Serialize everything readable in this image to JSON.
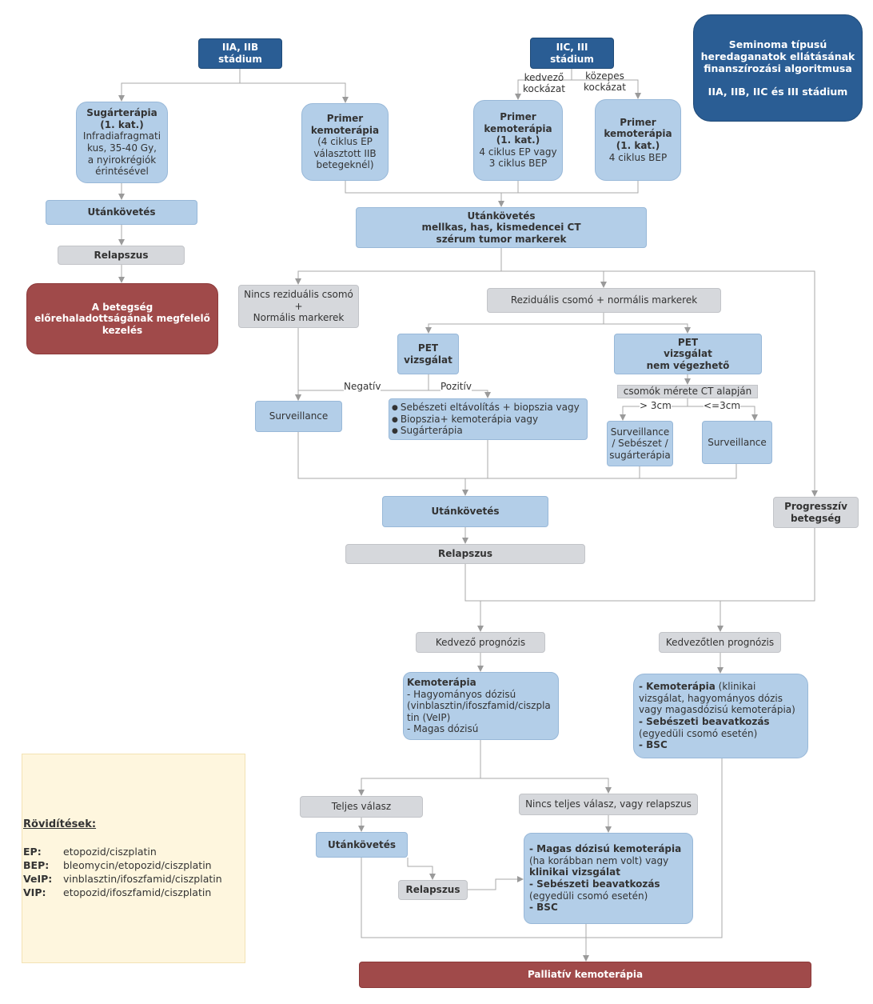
{
  "title": {
    "line1": "Seminoma típusú",
    "line2": "heredaganatok ellátásának",
    "line3": "finanszírozási algoritmusa",
    "line4": "IIA, IIB, IIC és III stádium"
  },
  "stages": {
    "iia_iib": [
      "IIA, IIB",
      "stádium"
    ],
    "iic_iii": [
      "IIC, III",
      "stádium"
    ]
  },
  "risk": {
    "good": [
      "kedvező",
      "kockázat"
    ],
    "intermediate": [
      "közepes",
      "kockázat"
    ]
  },
  "radiotherapy": [
    "Sugárterápia",
    "(1. kat.)",
    "Infradiafragmati",
    "kus, 35-40 Gy,",
    "a nyirokrégiók",
    "érintésével"
  ],
  "chemo_iib": [
    "Primer",
    "kemoterápia",
    "(4 ciklus EP",
    "választott IIB",
    "betegeknél)"
  ],
  "chemo_good": [
    "Primer",
    "kemoterápia",
    "(1. kat.)",
    "4 ciklus EP vagy",
    "3 ciklus BEP"
  ],
  "chemo_inter": [
    "Primer",
    "kemoterápia",
    "(1. kat.)",
    "4 ciklus BEP"
  ],
  "followup_left": "Utánkövetés",
  "relapse_left": "Relapszus",
  "advanced": [
    "A betegség",
    "előrehaladottságának megfelelő",
    "kezelés"
  ],
  "followup_ct": [
    "Utánkövetés",
    "mellkas, has, kismedencei CT",
    "szérum tumor markerek"
  ],
  "no_residual": [
    "Nincs reziduális csomó",
    "+",
    "Normális markerek"
  ],
  "residual": "Reziduális csomó + normális markerek",
  "pet": [
    "PET",
    "vizsgálat"
  ],
  "pet_na": [
    "PET",
    "vizsgálat",
    "nem végezhető"
  ],
  "negative": "Negatív",
  "positive": "Pozitív",
  "surveillance": "Surveillance",
  "pos_options": [
    "Sebészeti eltávolítás + biopszia vagy",
    "Biopszia+ kemoterápia vagy",
    "Sugárterápia"
  ],
  "size_ct": "csomók mérete CT alapján",
  "gt3": "> 3cm",
  "le3": "<=3cm",
  "surv_surg": [
    "Surveillance",
    "/ Sebészet /",
    "sugárterápia"
  ],
  "surveillance2": "Surveillance",
  "progressive": [
    "Progresszív",
    "betegség"
  ],
  "followup_mid": "Utánkövetés",
  "relapse_mid": "Relapszus",
  "good_prog": "Kedvező prognózis",
  "poor_prog": "Kedvezőtlen prognózis",
  "chemo_good_prog": {
    "title": "Kemoterápia",
    "lines": [
      "- Hagyományos dózisú",
      "(vinblasztin/ifoszfamid/ciszpla",
      "tin (VeIP)",
      "- Magas dózisú"
    ]
  },
  "chemo_poor_prog": {
    "l1b": "- Kemoterápia",
    "l1": " (klinikai",
    "l2": "vizsgálat, hagyományos dózis",
    "l3": "vagy magasdózisú kemoterápia)",
    "l4b": "- Sebészeti beavatkozás",
    "l5": "(egyedüli csomó esetén)",
    "l6b": "- BSC"
  },
  "complete": "Teljes válasz",
  "no_complete": "Nincs teljes válasz, vagy relapszus",
  "followup_low": "Utánkövetés",
  "relapse_low": "Relapszus",
  "high_dose": {
    "l1b": "- Magas dózisú kemoterápia",
    "l2": "(ha korábban nem volt) vagy",
    "l3b": "klinikai vizsgálat",
    "l4b": "- Sebészeti beavatkozás",
    "l5": "(egyedüli csomó esetén)",
    "l6b": "- BSC"
  },
  "palliative": "Palliatív kemoterápia",
  "abbr": {
    "title": "Rövidítések:",
    "items": [
      {
        "k": "EP:",
        "v": "etopozid/ciszplatin"
      },
      {
        "k": "BEP:",
        "v": "bleomycin/etopozid/ciszplatin"
      },
      {
        "k": "VeIP:",
        "v": "vinblasztin/ifoszfamid/ciszplatin"
      },
      {
        "k": "VIP:",
        "v": "etopozid/ifoszfamid/ciszplatin"
      }
    ]
  }
}
